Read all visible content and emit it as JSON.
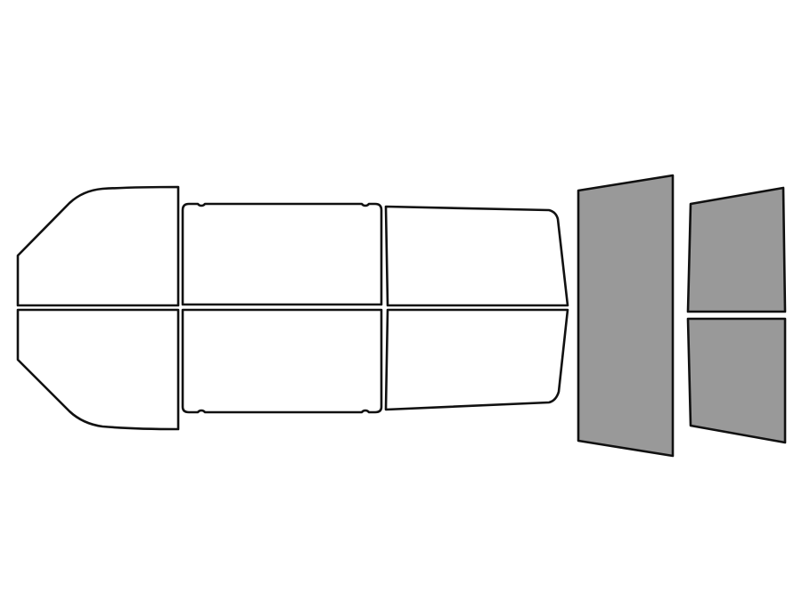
{
  "diagram": {
    "colors": {
      "background": "#ffffff",
      "outline": "#111111",
      "untinted_fill": "#ffffff",
      "tinted_fill": "#999999"
    },
    "panes": [
      {
        "id": "windshield-upper",
        "tinted": false
      },
      {
        "id": "windshield-lower",
        "tinted": false
      },
      {
        "id": "front-door-upper",
        "tinted": false
      },
      {
        "id": "front-door-lower",
        "tinted": false
      },
      {
        "id": "rear-door-upper",
        "tinted": false
      },
      {
        "id": "rear-door-lower",
        "tinted": false
      },
      {
        "id": "rear-window",
        "tinted": true
      },
      {
        "id": "rear-quarter-upper",
        "tinted": true
      },
      {
        "id": "rear-quarter-lower",
        "tinted": true
      }
    ]
  }
}
